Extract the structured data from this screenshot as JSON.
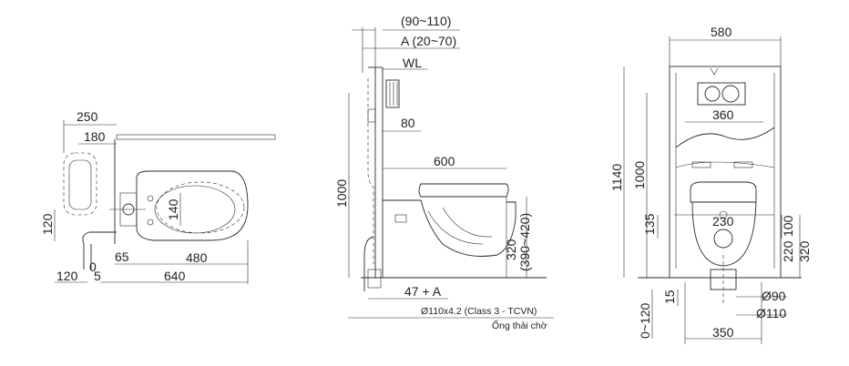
{
  "plan_view": {
    "dim_250": "250",
    "dim_180": "180",
    "dim_120_left": "120",
    "dim_140": "140",
    "dim_0": "0",
    "dim_65": "65",
    "dim_480": "480",
    "dim_120_bottom": "120",
    "dim_5": "5",
    "dim_640": "640"
  },
  "side_view": {
    "dim_90_110": "(90~110)",
    "dim_A": "A (20~70)",
    "label_WL": "WL",
    "dim_80": "80",
    "dim_1000": "1000",
    "dim_600": "600",
    "dim_320": "320",
    "dim_390_420": "(390~420)",
    "dim_47A": "47 + A",
    "pipe_spec": "Ø110x4.2 (Class 3 - TCVN)",
    "pipe_label": "Ống thải chờ"
  },
  "front_view": {
    "dim_580": "580",
    "dim_360": "360",
    "dim_1140": "1140",
    "dim_1000": "1000",
    "dim_135": "135",
    "dim_230": "230",
    "dim_100": "100",
    "dim_220": "220",
    "dim_320": "320",
    "dim_15": "15",
    "dim_90": "Ø90",
    "dim_110": "Ø110",
    "dim_0_120": "0~120",
    "dim_350": "350"
  }
}
